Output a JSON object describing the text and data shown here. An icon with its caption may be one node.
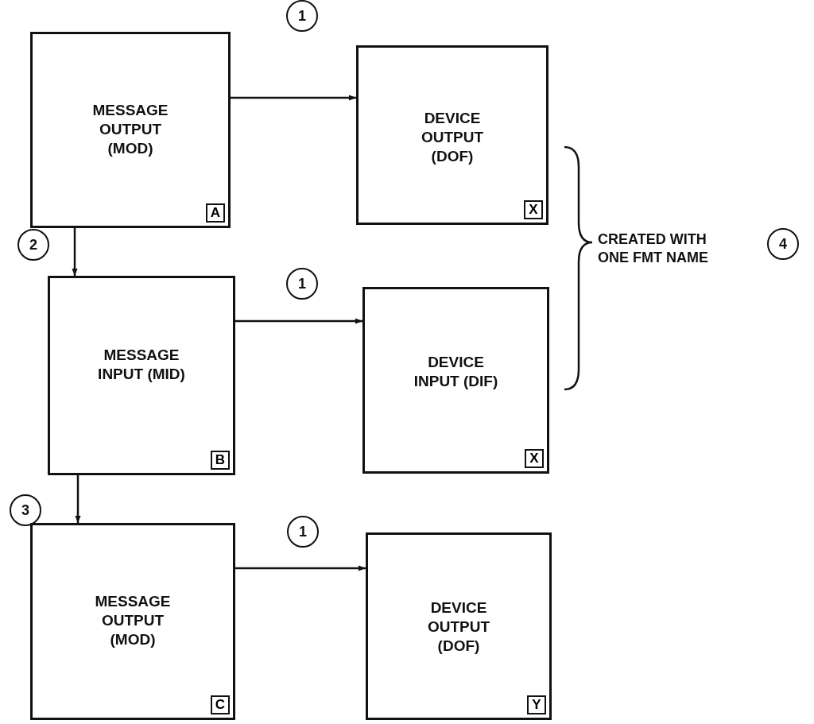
{
  "diagram": {
    "nodes": [
      {
        "text": [
          "MESSAGE OUTPUT (MOD)",
          "A"
        ]
      },
      {
        "text": [
          "DEVICE OUTPUT (DOF)",
          "X"
        ]
      },
      {
        "text": [
          "MESSAGE INPUT (MID)",
          "B"
        ]
      },
      {
        "text": [
          "DEVICE INPUT (DIF)",
          "X"
        ]
      },
      {
        "text": [
          "MESSAGE OUTPUT (MOD)",
          "C"
        ]
      },
      {
        "text": [
          "DEVICE OUTPUT (DOF)",
          "Y"
        ]
      }
    ],
    "edges": [
      {
        "from": 0,
        "to": 1,
        "arrow": "to"
      },
      {
        "from": 0,
        "to": 2,
        "arrow": "to"
      },
      {
        "from": 2,
        "to": 3,
        "arrow": "to"
      },
      {
        "from": 2,
        "to": 4,
        "arrow": "to"
      },
      {
        "from": 4,
        "to": 5,
        "arrow": "to"
      }
    ],
    "labels": [
      "1",
      "2",
      "1",
      "CREATED WITH ONE FMT NAME",
      "4",
      "3",
      "1"
    ]
  }
}
